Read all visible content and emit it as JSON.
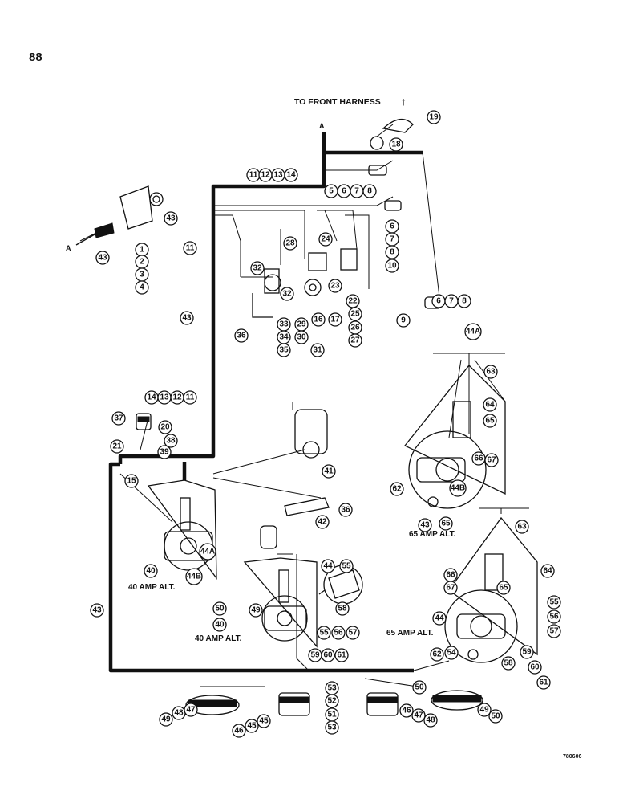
{
  "page_number": "88",
  "front_harness_label": "TO FRONT HARNESS",
  "front_harness_arrow": "↑",
  "connector_letter": "A",
  "plate_code": "780606",
  "labels": {
    "alt40_left": "40 AMP ALT.",
    "alt40_mid": "40 AMP ALT.",
    "alt65_top": "65 AMP ALT.",
    "alt65_bottom": "65 AMP ALT."
  },
  "callouts": [
    "19",
    "18",
    "11",
    "12",
    "13",
    "14",
    "5",
    "6",
    "7",
    "8",
    "6",
    "7",
    "8",
    "10",
    "43",
    "1",
    "2",
    "3",
    "4",
    "43",
    "11",
    "28",
    "24",
    "32",
    "23",
    "32",
    "16",
    "17",
    "22",
    "25",
    "26",
    "27",
    "9",
    "6",
    "7",
    "8",
    "43",
    "36",
    "33",
    "34",
    "35",
    "29",
    "30",
    "31",
    "44A",
    "63",
    "64",
    "65",
    "66",
    "67",
    "62",
    "44B",
    "14",
    "13",
    "12",
    "11",
    "37",
    "20",
    "38",
    "21",
    "39",
    "15",
    "41",
    "36",
    "42",
    "44A",
    "40",
    "44B",
    "44",
    "55",
    "58",
    "50",
    "49",
    "40",
    "55",
    "56",
    "57",
    "59",
    "60",
    "61",
    "43",
    "65 ",
    "63",
    "66",
    "67",
    "64",
    "65",
    "55",
    "56",
    "57",
    "44",
    "58",
    "59",
    "60",
    "61",
    "62",
    "54",
    "43",
    "53",
    "52",
    "51",
    "53",
    "50",
    "49",
    "48",
    "47",
    "46",
    "45",
    "45",
    "46",
    "47",
    "48",
    "49",
    "50"
  ]
}
